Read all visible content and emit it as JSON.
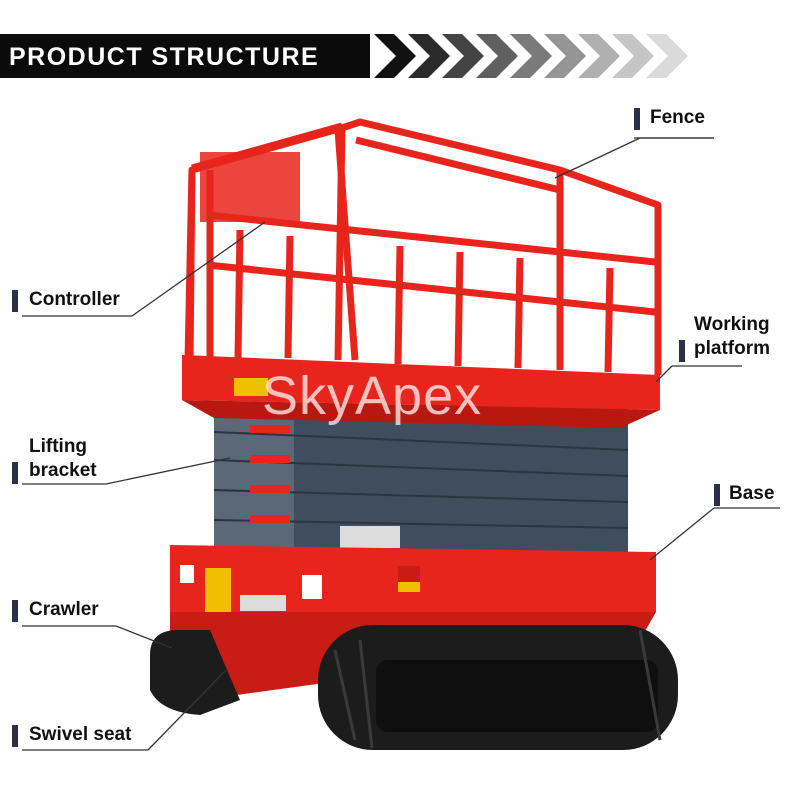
{
  "banner": {
    "title": "PRODUCT STRUCTURE"
  },
  "watermark": "SkyApex",
  "labels": {
    "fence": "Fence",
    "controller": "Controller",
    "working_platform_1": "Working",
    "working_platform_2": "platform",
    "lifting_bracket_1": "Lifting",
    "lifting_bracket_2": "bracket",
    "base": "Base",
    "crawler": "Crawler",
    "swivel_seat": "Swivel seat"
  },
  "colors": {
    "banner": "#0b0b0b",
    "marker": "#2b2f4a",
    "machine_red": "#e8251c",
    "scissor_steel": "#3f4d5e",
    "track": "#1c1c1c"
  }
}
